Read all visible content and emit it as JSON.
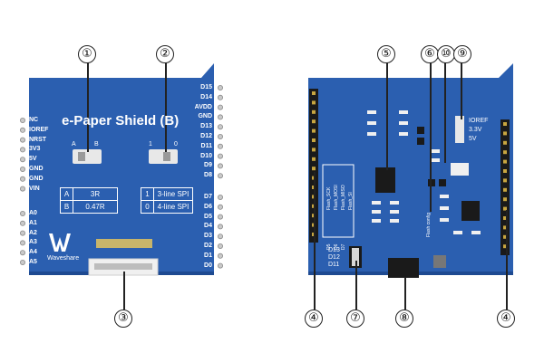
{
  "left_board": {
    "title": "e-Paper Shield (B)",
    "left_pins": [
      "NC",
      "IOREF",
      "NRST",
      "3V3",
      "5V",
      "GND",
      "GND",
      "VIN",
      "A0",
      "A1",
      "A2",
      "A3",
      "A4",
      "A5"
    ],
    "right_pins": [
      "D15",
      "D14",
      "AVDD",
      "GND",
      "D13",
      "D12",
      "D11",
      "D10",
      "D9",
      "D8",
      "D7",
      "D6",
      "D5",
      "D4",
      "D3",
      "D2",
      "D1",
      "D0"
    ],
    "switch1_labels": [
      "A",
      "B"
    ],
    "switch2_labels": [
      "1",
      "0"
    ],
    "table1": [
      [
        "A",
        "3R"
      ],
      [
        "B",
        "0.47R"
      ]
    ],
    "table2": [
      [
        "1",
        "3-line SPI"
      ],
      [
        "0",
        "4-line SPI"
      ]
    ],
    "brand": "Waveshare"
  },
  "right_board": {
    "power_labels": [
      "IOREF",
      "3.3V",
      "5V"
    ],
    "flash_labels": [
      "Flash_SCK",
      "Flash_MOSI",
      "Flash_MISO",
      "Flash_SI"
    ],
    "d_labels": [
      "D13",
      "D12",
      "D11"
    ],
    "config_label": "Flash config",
    "d_sel": [
      "D5",
      "D6",
      "D7"
    ]
  },
  "callouts": {
    "c1": "①",
    "c2": "②",
    "c3": "③",
    "c4a": "④",
    "c5": "⑤",
    "c6": "⑥",
    "c10": "⑩",
    "c9": "⑨",
    "c7": "⑦",
    "c8": "⑧",
    "c4b": "④"
  }
}
